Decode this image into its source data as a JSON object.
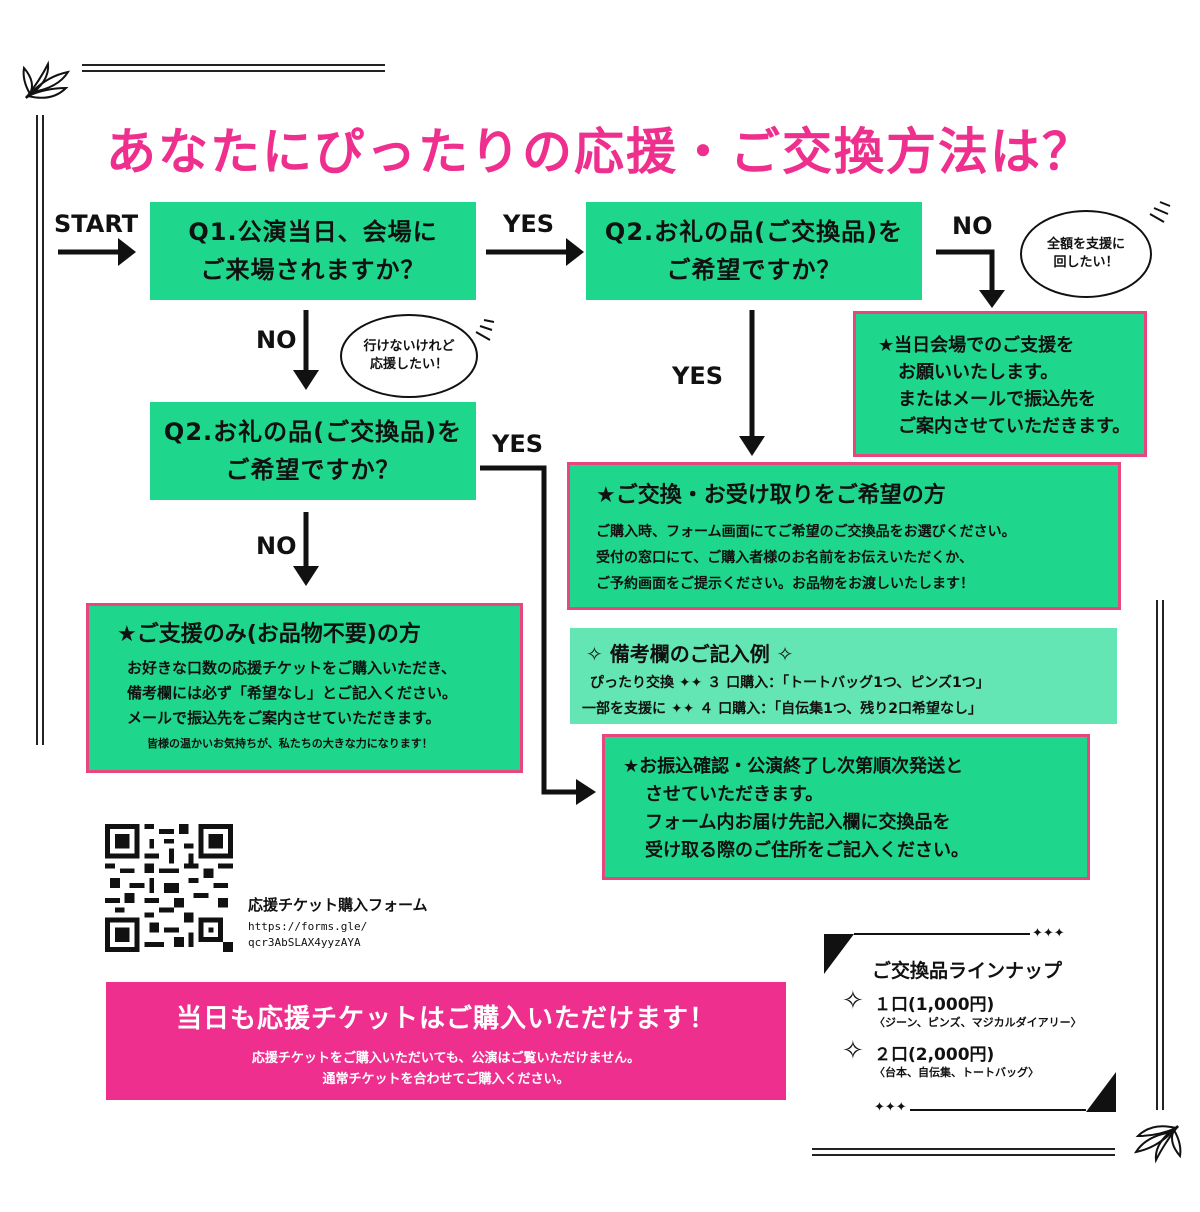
{
  "title": "あなたにぴったりの応援・ご交換方法は？",
  "colors": {
    "green": "#1fd68d",
    "pink": "#ee2f8e",
    "border_pink": "#e8467f",
    "light_green": "#63e6b3"
  },
  "labels": {
    "start": "START",
    "yes": "YES",
    "no": "NO"
  },
  "q1": {
    "line1": "Q1.公演当日、会場に",
    "line2": "ご来場されますか？"
  },
  "q2_top": {
    "line1": "Q2.お礼の品(ご交換品)を",
    "line2": "ご希望ですか？"
  },
  "q2_left": {
    "line1": "Q2.お礼の品(ご交換品)を",
    "line2": "ご希望ですか？"
  },
  "bubble_top": {
    "line1": "全額を支援に",
    "line2": "回したい！"
  },
  "bubble_left": {
    "line1": "行けないけれど",
    "line2": "応援したい！"
  },
  "box_venue": {
    "line1": "★当日会場でのご支援を",
    "line2": "お願いいたします。",
    "line3": "またはメールで振込先を",
    "line4": "ご案内させていただきます。"
  },
  "box_exchange": {
    "heading": "★ご交換・お受け取りをご希望の方",
    "line1": "ご購入時、フォーム画面にてご希望のご交換品をお選びください。",
    "line2": "受付の窓口にて、ご購入者様のお名前をお伝えいただくか、",
    "line3": "ご予約画面をご提示ください。お品物をお渡しいたします！"
  },
  "notes": {
    "heading": "✧ 備考欄のご記入例 ✧",
    "line1": "ぴったり交換 ✦✦ ３ 口購入：「トートバッグ1つ、ピンズ1つ」",
    "line2": "一部を支援に ✦✦ ４ 口購入：「自伝集1つ、残り2口希望なし」"
  },
  "box_support": {
    "heading": "★ご支援のみ(お品物不要)の方",
    "line1": "お好きな口数の応援チケットをご購入いただき、",
    "line2": "備考欄には必ず「希望なし」とご記入ください。",
    "line3": "メールで振込先をご案内させていただきます。",
    "line4": "皆様の温かいお気持ちが、私たちの大きな力になります！"
  },
  "box_ship": {
    "line1": "★お振込確認・公演終了し次第順次発送と",
    "line2": "させていただきます。",
    "line3": "フォーム内お届け先記入欄に交換品を",
    "line4": "受け取る際のご住所をご記入ください。"
  },
  "form": {
    "label": "応援チケット購入フォーム",
    "url1": "https://forms.gle/",
    "url2": "qcr3AbSLAX4yyzAYA"
  },
  "banner": {
    "main": "当日も応援チケットはご購入いただけます！",
    "sub1": "応援チケットをご購入いただいても、公演はご覧いただけません。",
    "sub2": "通常チケットを合わせてご購入ください。"
  },
  "lineup": {
    "title": "ご交換品ラインナップ",
    "stars": "✦✦✦",
    "item1": "１口(1,000円)",
    "item1_sub": "〈ジーン、ピンズ、マジカルダイアリー〉",
    "item2": "２口(2,000円)",
    "item2_sub": "〈台本、自伝集、トートバッグ〉"
  }
}
